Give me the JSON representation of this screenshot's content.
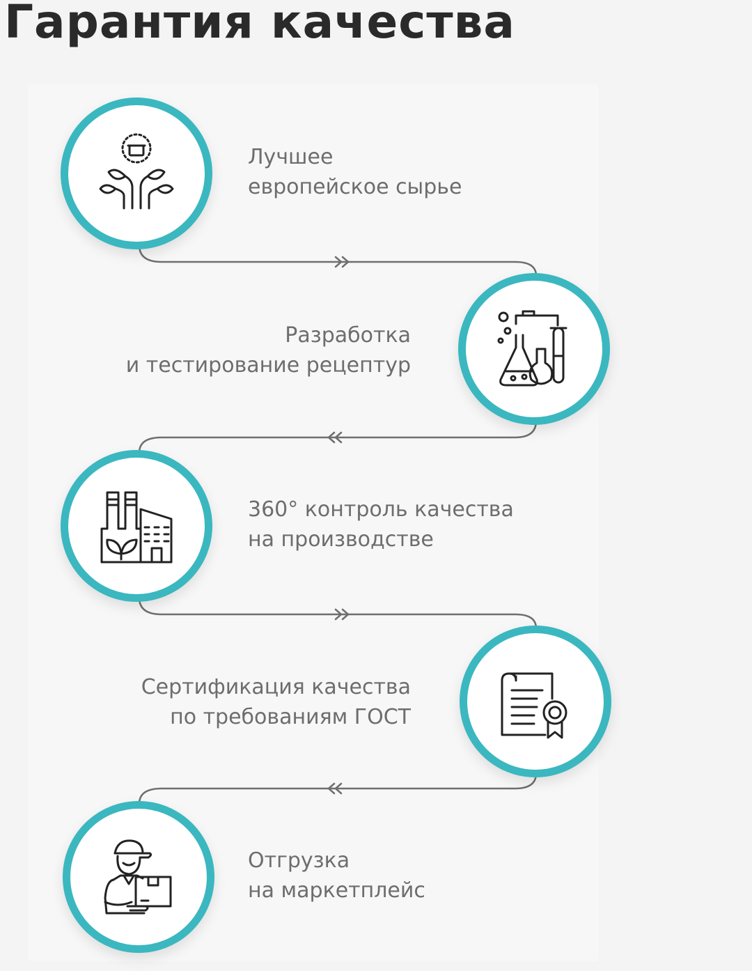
{
  "title": "Гарантия качества",
  "accent_color": "#3bb7c0",
  "connector_color": "#6f6f6f",
  "steps": [
    {
      "line1": "Лучшее",
      "line2": "европейское сырье",
      "icon": "plant-jar-icon"
    },
    {
      "line1": "Разработка",
      "line2": "и тестирование рецептур",
      "icon": "lab-flask-icon"
    },
    {
      "line1": "360° контроль качества",
      "line2": "на производстве",
      "icon": "eco-factory-icon"
    },
    {
      "line1": "Сертификация качества",
      "line2": "по требованиям ГОСТ",
      "icon": "certificate-icon"
    },
    {
      "line1": "Отгрузка",
      "line2": "на маркетплейс",
      "icon": "courier-box-icon"
    }
  ]
}
